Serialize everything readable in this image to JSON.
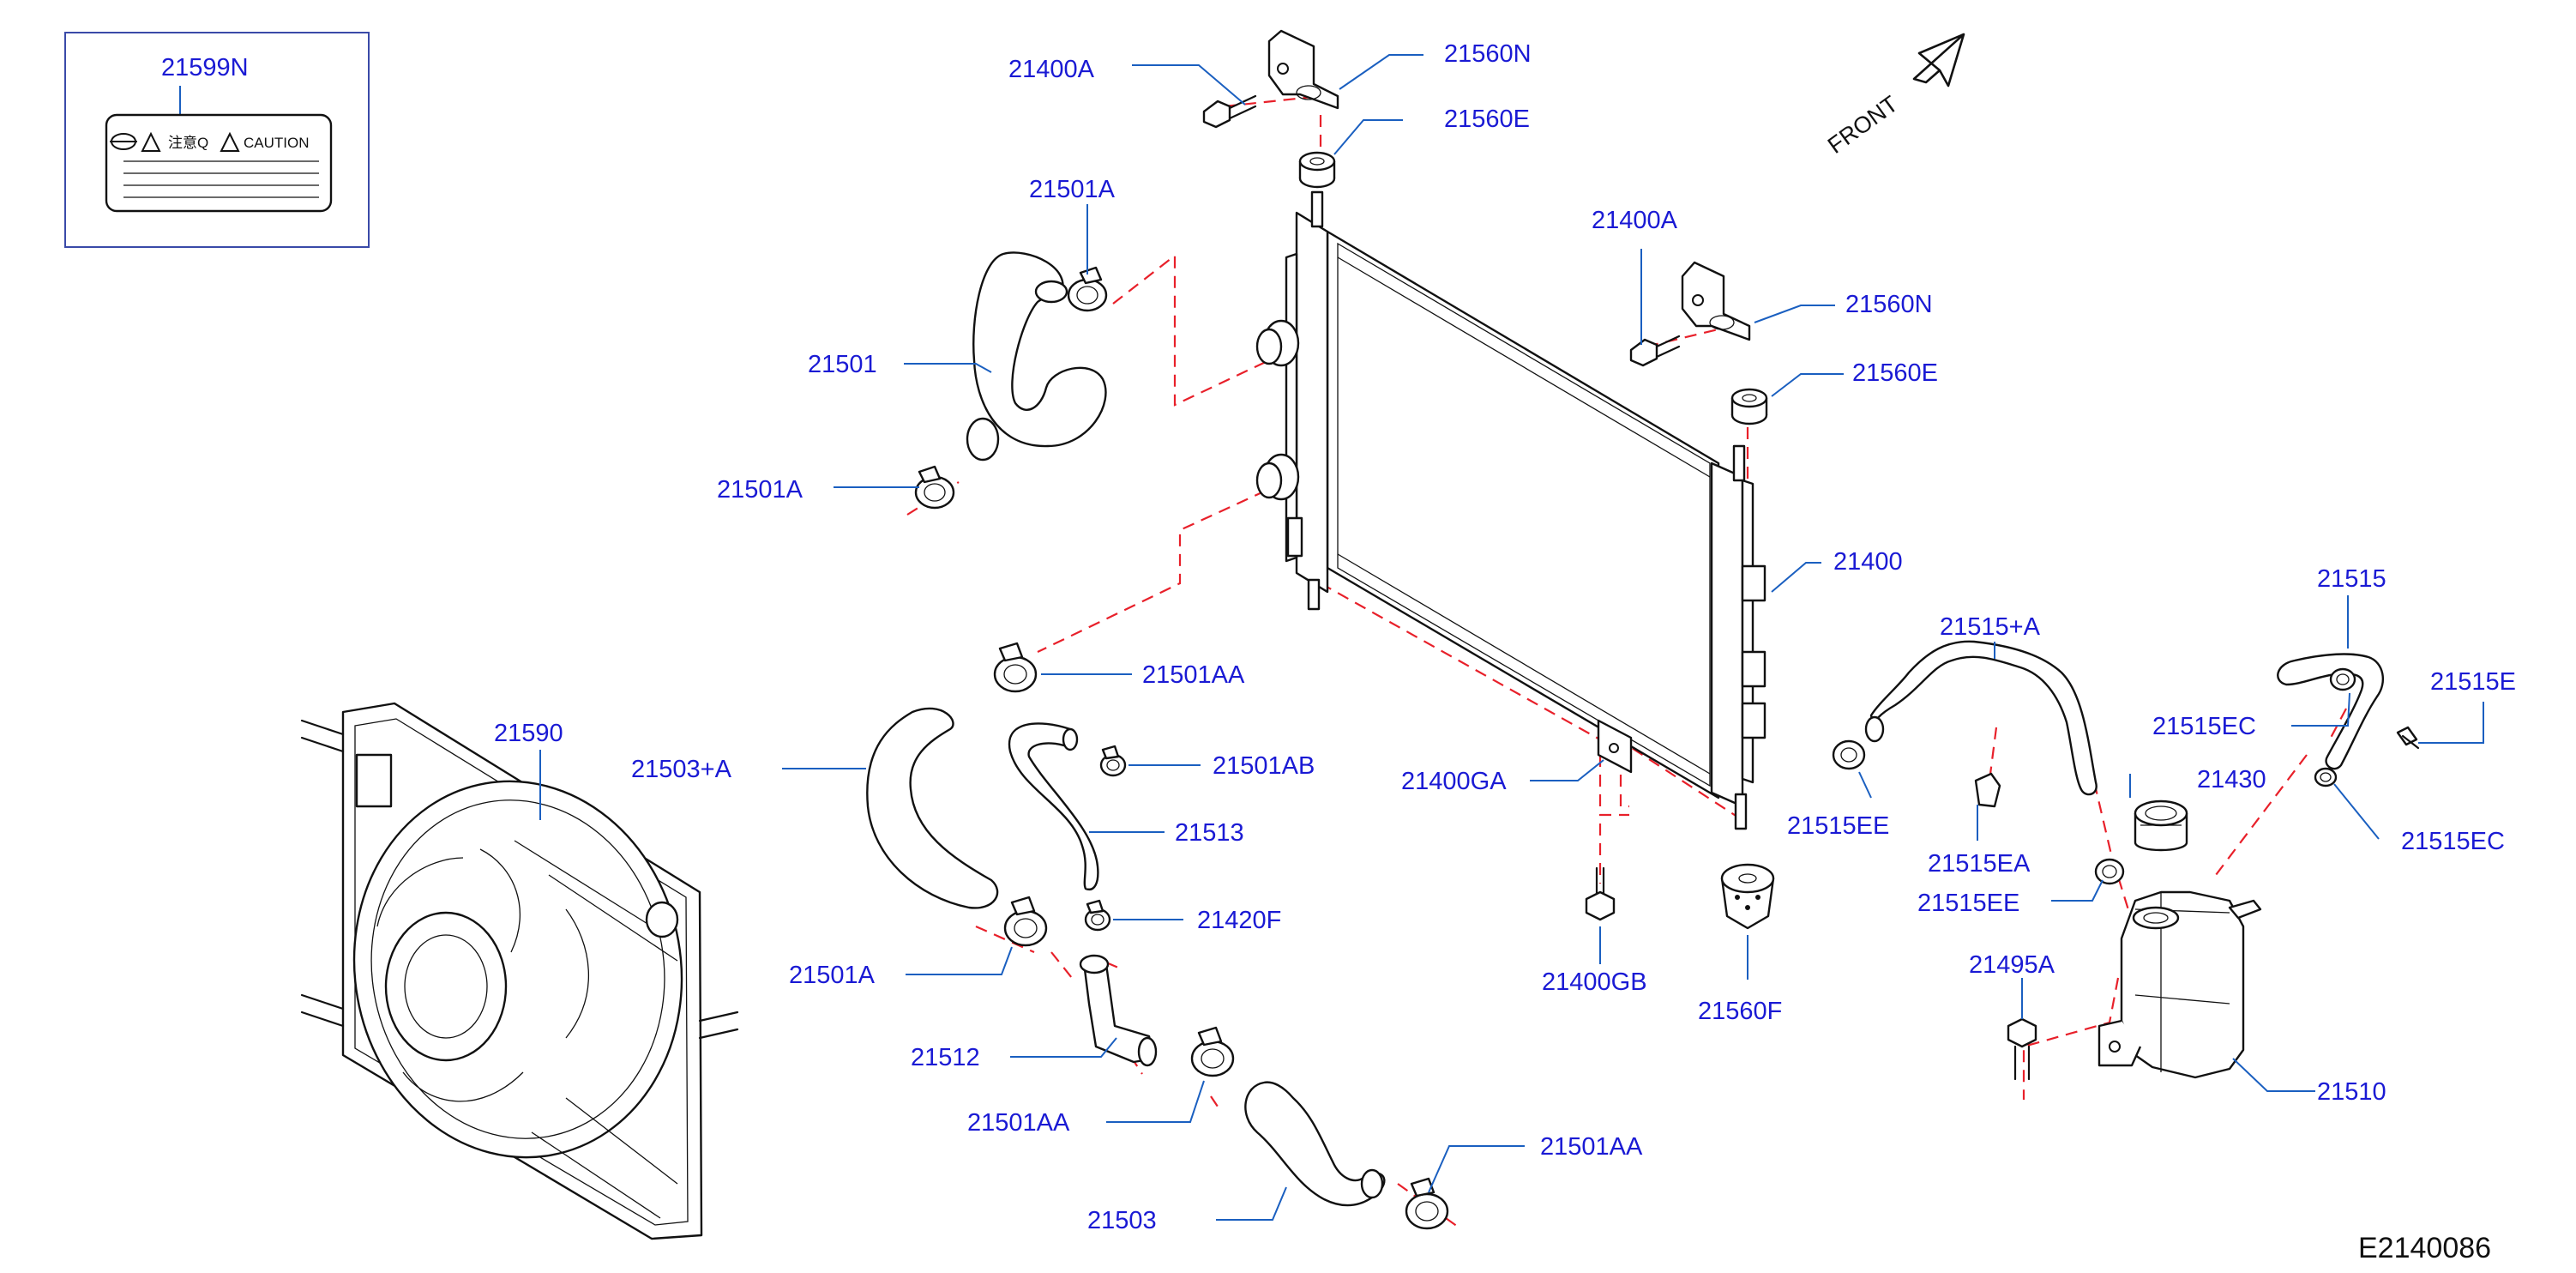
{
  "labels": {
    "l_21599N": "21599N",
    "l_21400A_1": "21400A",
    "l_21560N_1": "21560N",
    "l_21560E_1": "21560E",
    "l_21501A_top": "21501A",
    "l_21501": "21501",
    "l_21501A_mid": "21501A",
    "l_21400A_2": "21400A",
    "l_21560N_2": "21560N",
    "l_21560E_2": "21560E",
    "l_21400": "21400",
    "l_21501AA_1": "21501AA",
    "l_21590": "21590",
    "l_21503A": "21503+A",
    "l_21501AB": "21501AB",
    "l_21513": "21513",
    "l_21400GA": "21400GA",
    "l_21420F": "21420F",
    "l_21501A_low": "21501A",
    "l_21512": "21512",
    "l_21501AA_2": "21501AA",
    "l_21503": "21503",
    "l_21501AA_3": "21501AA",
    "l_21400GB": "21400GB",
    "l_21560F": "21560F",
    "l_21515A": "21515+A",
    "l_21515": "21515",
    "l_21515E": "21515E",
    "l_21515EC_1": "21515EC",
    "l_21515EE_1": "21515EE",
    "l_21430": "21430",
    "l_21515EA": "21515EA",
    "l_21515EC_2": "21515EC",
    "l_21515EE_2": "21515EE",
    "l_21495A": "21495A",
    "l_21510": "21510"
  },
  "caution_label": {
    "text_jp": "注意Q",
    "text_en": "CAUTION"
  },
  "orientation": "FRONT",
  "diagram_code": "E2140086",
  "colors": {
    "label_text": "#1a1ad4",
    "leader_line": "#1a5fc0",
    "flow_line": "#e8202a",
    "part_outline": "#111111"
  }
}
